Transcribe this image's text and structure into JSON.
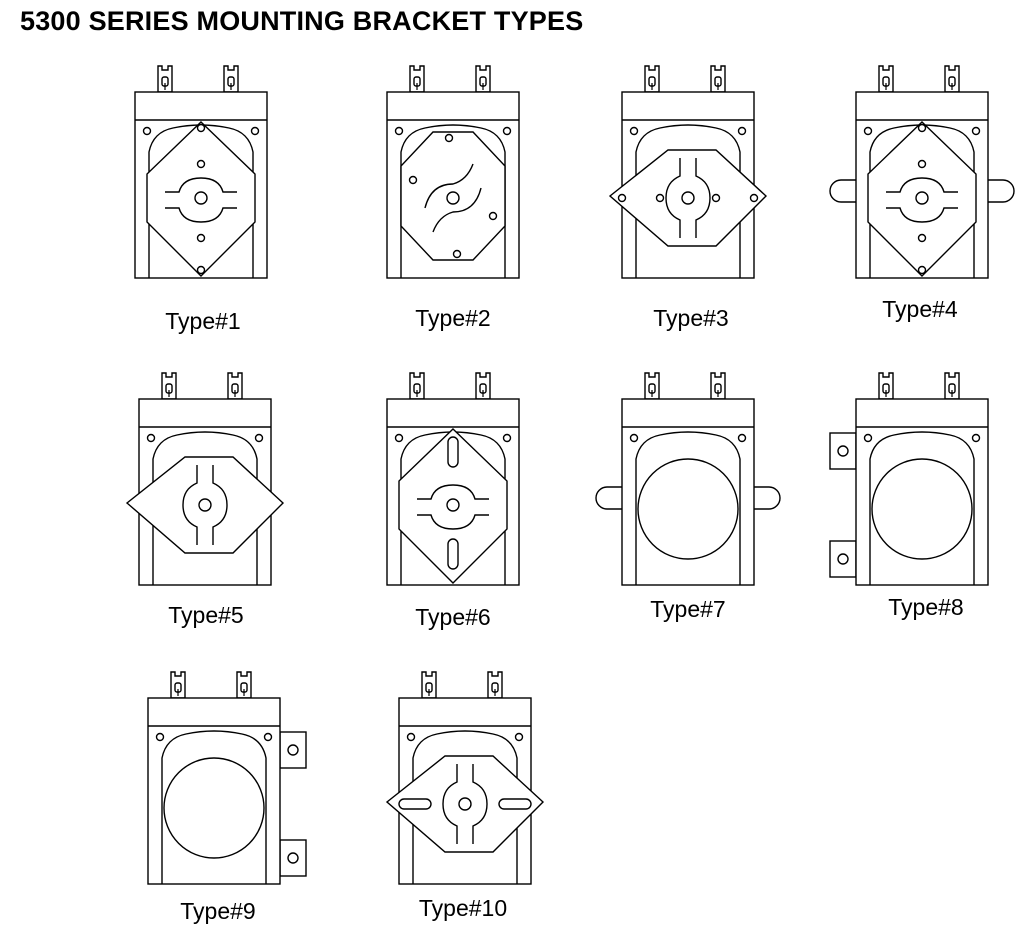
{
  "title": "5300 SERIES MOUNTING BRACKET TYPES",
  "bracket_types": [
    {
      "label": "Type#1",
      "plate": "diamond",
      "plate_features": [
        "top-bottom-holes",
        "center-hub-horizontal-slots"
      ],
      "ears": "none"
    },
    {
      "label": "Type#2",
      "plate": "octagon",
      "plate_features": [
        "diagonal-holes",
        "center-hub-diagonal-slots"
      ],
      "ears": "none"
    },
    {
      "label": "Type#3",
      "plate": "wide-diamond",
      "plate_features": [
        "left-right-holes",
        "center-hub-vertical-slots"
      ],
      "ears": "none"
    },
    {
      "label": "Type#4",
      "plate": "diamond",
      "plate_features": [
        "top-bottom-holes",
        "center-hub-horizontal-slots"
      ],
      "ears": "side-loops"
    },
    {
      "label": "Type#5",
      "plate": "wide-diamond",
      "plate_features": [
        "center-hub-vertical-slots"
      ],
      "ears": "none"
    },
    {
      "label": "Type#6",
      "plate": "diamond",
      "plate_features": [
        "vertical-slots",
        "center-hub-horizontal-slots"
      ],
      "ears": "none"
    },
    {
      "label": "Type#7",
      "plate": "circle",
      "plate_features": [],
      "ears": "side-loops"
    },
    {
      "label": "Type#8",
      "plate": "circle",
      "plate_features": [],
      "ears": "left-tabs"
    },
    {
      "label": "Type#9",
      "plate": "circle",
      "plate_features": [],
      "ears": "right-tabs"
    },
    {
      "label": "Type#10",
      "plate": "wide-diamond",
      "plate_features": [
        "horizontal-slots",
        "center-hub-vertical-slots"
      ],
      "ears": "none"
    }
  ]
}
